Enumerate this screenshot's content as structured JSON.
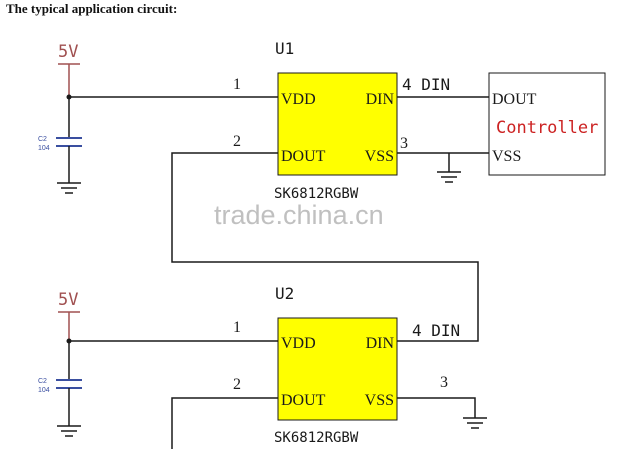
{
  "heading": "The typical application circuit:",
  "watermark": "trade.china.cn",
  "colors": {
    "wire": "#1a1a1a",
    "chip_fill": "#ffff00",
    "supply": "#a05050",
    "cap_label": "#3a4fa0",
    "controller_text": "#cc2222",
    "watermark": "#b5b5b5"
  },
  "u1": {
    "ref": "U1",
    "part": "SK6812RGBW",
    "supply": "5V",
    "cap_ref": "C2",
    "cap_val": "104",
    "pins": {
      "vdd": "VDD",
      "dout": "DOUT",
      "din": "DIN",
      "vss": "VSS",
      "n1": "1",
      "n2": "2",
      "n3": "3",
      "n4": "4 DIN"
    }
  },
  "u2": {
    "ref": "U2",
    "part": "SK6812RGBW",
    "supply": "5V",
    "cap_ref": "C2",
    "cap_val": "104",
    "pins": {
      "vdd": "VDD",
      "dout": "DOUT",
      "din": "DIN",
      "vss": "VSS",
      "n1": "1",
      "n2": "2",
      "n3": "3",
      "n4": "4 DIN"
    }
  },
  "controller": {
    "title": "Controller",
    "dout": "DOUT",
    "vss": "VSS"
  }
}
